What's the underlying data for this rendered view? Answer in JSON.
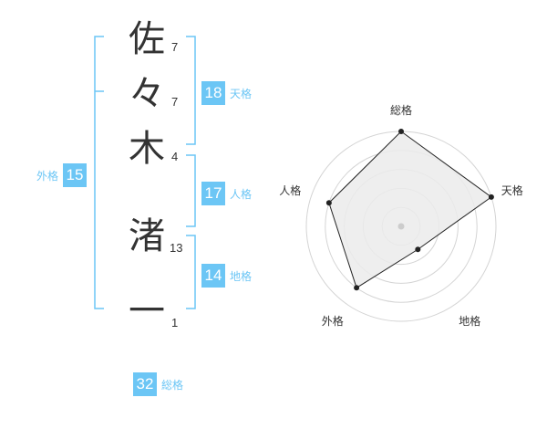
{
  "name_chars": [
    {
      "char": "佐",
      "strokes": "7"
    },
    {
      "char": "々",
      "strokes": "7"
    },
    {
      "char": "木",
      "strokes": "4"
    },
    {
      "char": "渚",
      "strokes": "13"
    },
    {
      "char": "一",
      "strokes": "1"
    }
  ],
  "kaku": {
    "tenkaku": {
      "value": "18",
      "label": "天格"
    },
    "jinkaku": {
      "value": "17",
      "label": "人格"
    },
    "chikaku": {
      "value": "14",
      "label": "地格"
    },
    "gaikaku": {
      "value": "15",
      "label": "外格"
    },
    "soukaku": {
      "value": "32",
      "label": "総格"
    }
  },
  "colors": {
    "accent": "#6cc6f5",
    "text": "#333333",
    "radar_fill": "#ebebeb",
    "grid": "#d4d4d4"
  },
  "chart_data": {
    "type": "radar",
    "axes": [
      "総格",
      "天格",
      "地格",
      "外格",
      "人格"
    ],
    "values": [
      5,
      5,
      1.5,
      4,
      4
    ],
    "max": 5,
    "rings": 5
  }
}
